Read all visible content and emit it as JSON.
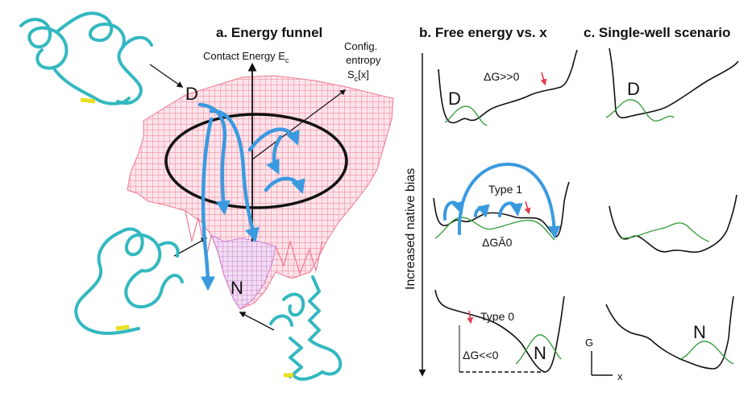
{
  "panel_a": {
    "title": "a. Energy funnel",
    "axis_vertical": "Contact Energy E",
    "axis_vertical_sub": "c",
    "axis_diag_1": "Config.",
    "axis_diag_2": "entropy",
    "axis_diag_3_main": "S",
    "axis_diag_3_sub": "c",
    "axis_diag_3_tail": "[x]",
    "label_D": "D",
    "label_N": "N"
  },
  "panel_b": {
    "title": "b. Free energy vs. x",
    "side_label": "Increased native bias",
    "top_D": "D",
    "top_dg": "ΔG>>0",
    "mid_type": "Type 1",
    "mid_dg": "ΔGĂ0",
    "bottom_type": "Type 0",
    "bottom_dg": "ΔG<<0",
    "bottom_N": "N"
  },
  "panel_c": {
    "title": "c. Single-well scenario",
    "top_D": "D",
    "bottom_N": "N",
    "axis_G": "G",
    "axis_x": "x"
  },
  "colors": {
    "funnel_mesh": "#f07890",
    "protein": "#33b8c0",
    "protein_highlight": "#e8e020",
    "pathway_arrow": "#3a9ae0",
    "green_curve": "#3aa040",
    "red_marker": "#e04050",
    "ink": "#111111"
  }
}
